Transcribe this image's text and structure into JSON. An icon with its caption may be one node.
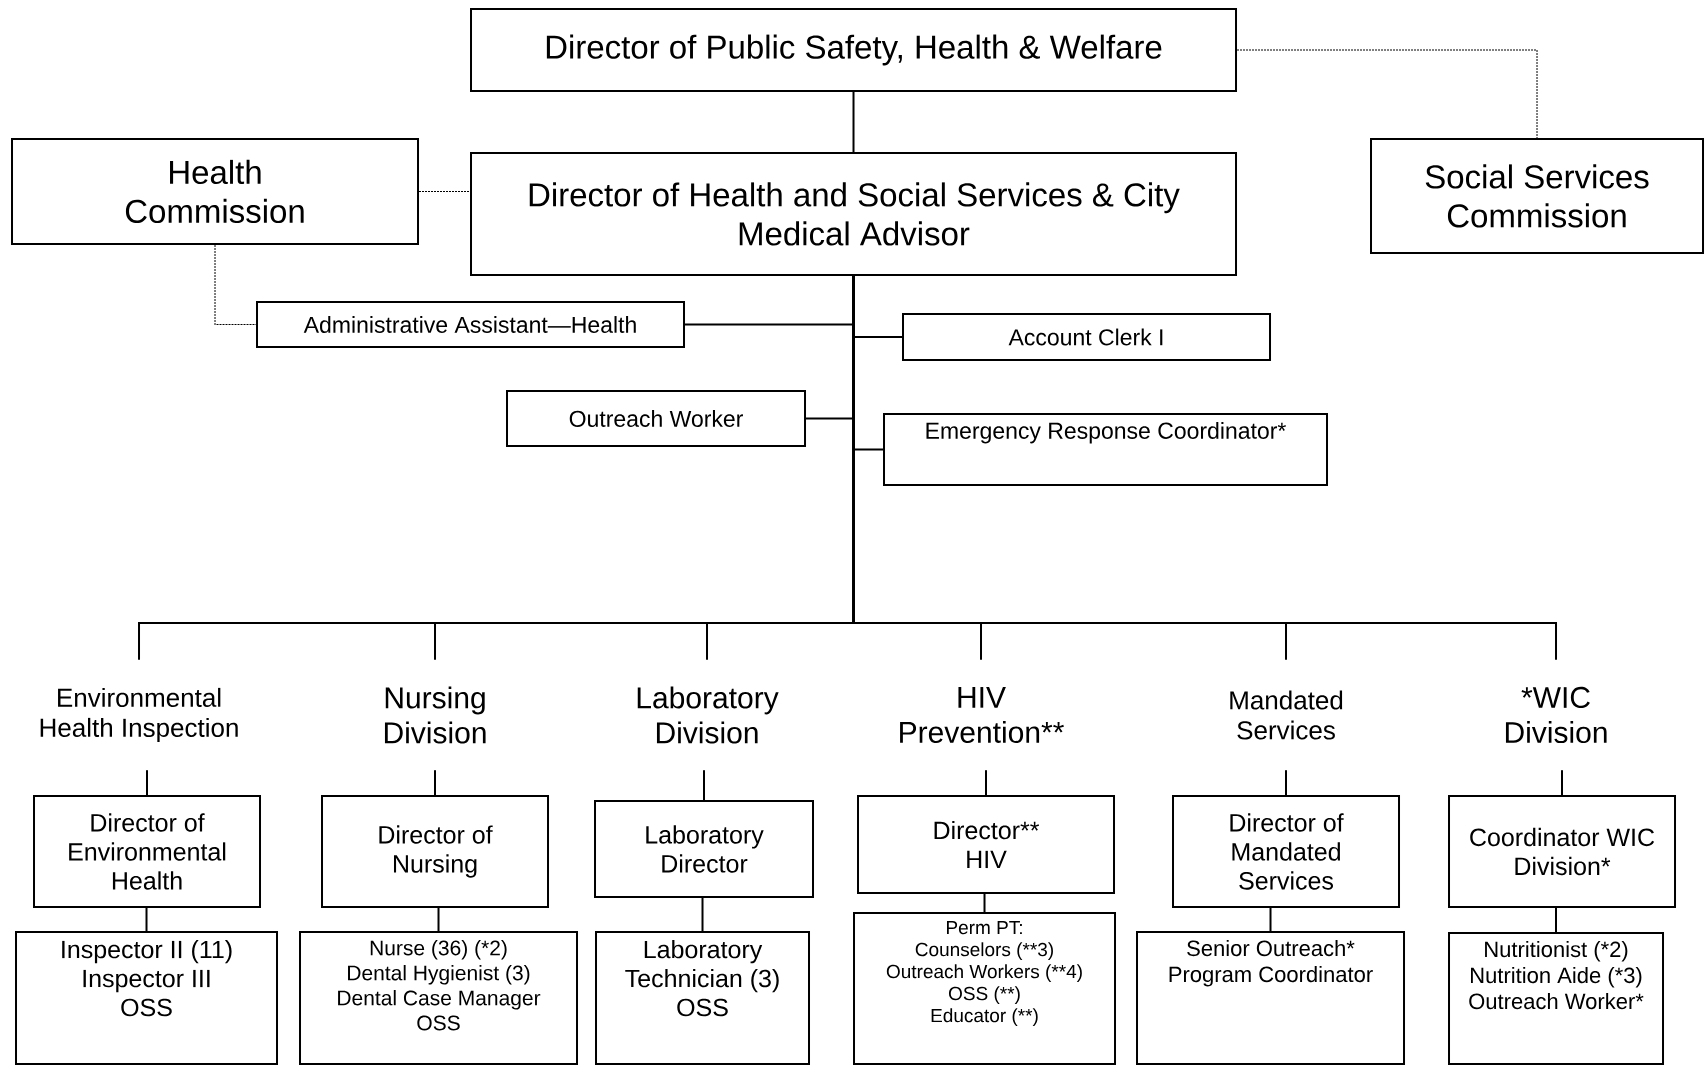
{
  "diagram": {
    "nodes": [
      {
        "text": [
          "Director of Public Safety, Health & Welfare"
        ]
      },
      {
        "text": [
          "Health Commission"
        ]
      },
      {
        "text": [
          "Director of Health and Social Services & City Medical Advisor"
        ]
      },
      {
        "text": [
          "Social Services Commission"
        ]
      },
      {
        "text": [
          "Administrative Assistant—Health"
        ]
      },
      {
        "text": [
          "Account Clerk I"
        ]
      },
      {
        "text": [
          "Outreach Worker"
        ]
      },
      {
        "text": [
          "Emergency Response Coordinator*"
        ]
      },
      {
        "text": [
          "Environmental Health Inspection"
        ]
      },
      {
        "text": [
          "Nursing Division"
        ]
      },
      {
        "text": [
          "Laboratory Division"
        ]
      },
      {
        "text": [
          "HIV Prevention**"
        ]
      },
      {
        "text": [
          "Mandated Services"
        ]
      },
      {
        "text": [
          "*WIC Division"
        ]
      },
      {
        "text": [
          "Director of Environmental Health"
        ]
      },
      {
        "text": [
          "Director of Nursing"
        ]
      },
      {
        "text": [
          "Laboratory Director"
        ]
      },
      {
        "text": [
          "Director** HIV"
        ]
      },
      {
        "text": [
          "Director of Mandated Services"
        ]
      },
      {
        "text": [
          "Coordinator WIC Division*"
        ]
      },
      {
        "text": [
          "Inspector II (11)",
          "Inspector III",
          "OSS"
        ]
      },
      {
        "text": [
          "Nurse (36) (*2)",
          "Dental Hygienist (3)",
          "Dental Case Manager",
          "OSS"
        ]
      },
      {
        "text": [
          "Laboratory Technician (3)",
          "OSS"
        ]
      },
      {
        "text": [
          "Perm PT:",
          "Counselors (**3)",
          "Outreach Workers (**4)",
          "OSS (**)",
          "Educator (**)"
        ]
      },
      {
        "text": [
          "Senior Outreach* Program Coordinator"
        ]
      },
      {
        "text": [
          "Nutritionist (*2)",
          "Nutrition Aide (*3)",
          "Outreach Worker*"
        ]
      }
    ],
    "edges": [
      {
        "from": 0,
        "to": 2,
        "arrow": "none"
      },
      {
        "from": 0,
        "to": 3,
        "arrow": "none",
        "style": "dashed"
      },
      {
        "from": 1,
        "to": 2,
        "arrow": "none",
        "style": "dashed"
      },
      {
        "from": 1,
        "to": 4,
        "arrow": "none",
        "style": "dashed"
      },
      {
        "from": 2,
        "to": 4,
        "arrow": "none"
      },
      {
        "from": 2,
        "to": 5,
        "arrow": "none"
      },
      {
        "from": 2,
        "to": 6,
        "arrow": "none"
      },
      {
        "from": 2,
        "to": 7,
        "arrow": "none"
      },
      {
        "from": 2,
        "to": 8,
        "arrow": "none"
      },
      {
        "from": 2,
        "to": 9,
        "arrow": "none"
      },
      {
        "from": 2,
        "to": 10,
        "arrow": "none"
      },
      {
        "from": 2,
        "to": 11,
        "arrow": "none"
      },
      {
        "from": 2,
        "to": 12,
        "arrow": "none"
      },
      {
        "from": 2,
        "to": 13,
        "arrow": "none"
      },
      {
        "from": 8,
        "to": 14,
        "arrow": "none"
      },
      {
        "from": 9,
        "to": 15,
        "arrow": "none"
      },
      {
        "from": 10,
        "to": 16,
        "arrow": "none"
      },
      {
        "from": 11,
        "to": 17,
        "arrow": "none"
      },
      {
        "from": 12,
        "to": 18,
        "arrow": "none"
      },
      {
        "from": 13,
        "to": 19,
        "arrow": "none"
      },
      {
        "from": 14,
        "to": 20,
        "arrow": "none"
      },
      {
        "from": 15,
        "to": 21,
        "arrow": "none"
      },
      {
        "from": 16,
        "to": 22,
        "arrow": "none"
      },
      {
        "from": 17,
        "to": 23,
        "arrow": "none"
      },
      {
        "from": 18,
        "to": 24,
        "arrow": "none"
      },
      {
        "from": 19,
        "to": 25,
        "arrow": "none"
      }
    ]
  }
}
